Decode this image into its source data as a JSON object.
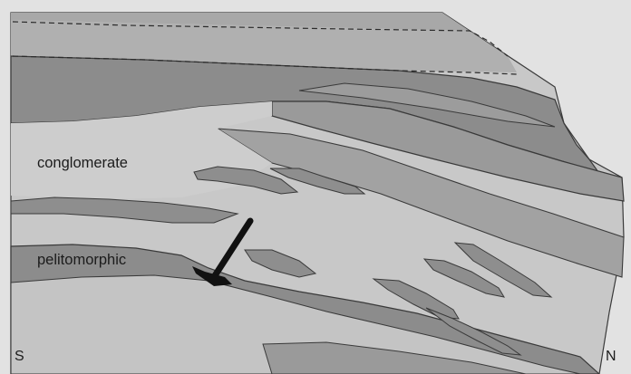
{
  "labels": {
    "upper_unit": "conglomerate",
    "lower_unit": "pelitomorphic",
    "left_direction": "S",
    "right_direction": "N"
  },
  "colors": {
    "background_page": "#e2e2e2",
    "light_layer": "#c8c8c8",
    "dark_layer": "#8a8a8a",
    "top_band": "#a6a6a6",
    "outline": "#3a3a3a",
    "hammer": "#111111"
  },
  "icons": {
    "hammer": "rock-hammer-icon"
  }
}
